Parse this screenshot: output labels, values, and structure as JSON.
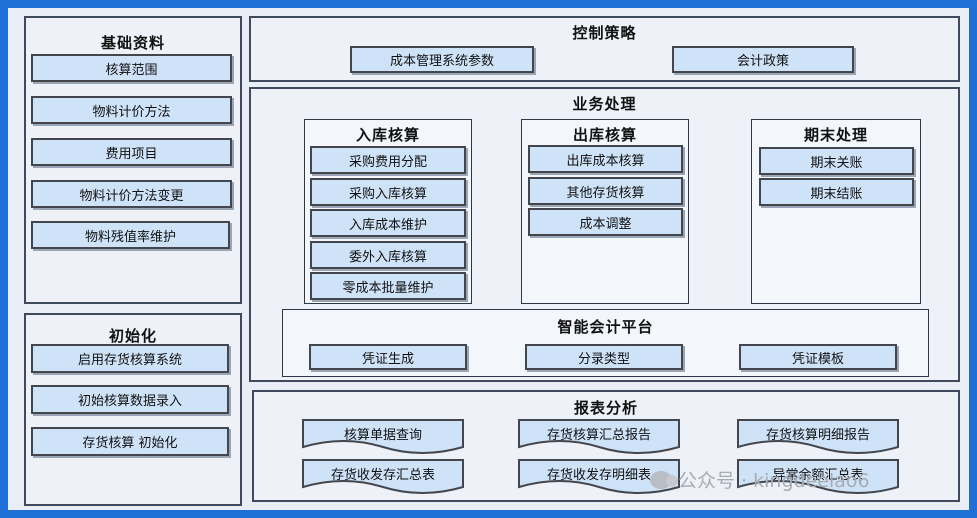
{
  "basic_data": {
    "title": "基础资料",
    "items": [
      "核算范围",
      "物料计价方法",
      "费用项目",
      "物料计价方法变更",
      "物料残值率维护"
    ]
  },
  "initialization": {
    "title": "初始化",
    "items": [
      "启用存货核算系统",
      "初始核算数据录入",
      "存货核算 初始化"
    ]
  },
  "control_strategy": {
    "title": "控制策略",
    "items": [
      "成本管理系统参数",
      "会计政策"
    ]
  },
  "business_processing": {
    "title": "业务处理",
    "inbound": {
      "title": "入库核算",
      "items": [
        "采购费用分配",
        "采购入库核算",
        "入库成本维护",
        "委外入库核算",
        "零成本批量维护"
      ]
    },
    "outbound": {
      "title": "出库核算",
      "items": [
        "出库成本核算",
        "其他存货核算",
        "成本调整"
      ]
    },
    "period_end": {
      "title": "期末处理",
      "items": [
        "期末关账",
        "期末结账"
      ]
    },
    "smart_platform": {
      "title": "智能会计平台",
      "items": [
        "凭证生成",
        "分录类型",
        "凭证模板"
      ]
    }
  },
  "report_analysis": {
    "title": "报表分析",
    "items": [
      "核算单据查询",
      "存货核算汇总报告",
      "存货核算明细报告",
      "存货收发存汇总表",
      "存货收发存明细表",
      "异常余额汇总表"
    ]
  },
  "watermark": "公众号 · kingdeelao6",
  "colors": {
    "frame": "#1f6fd6",
    "button_fill": "#cfe3f8",
    "panel_fill": "#eef2f8"
  }
}
